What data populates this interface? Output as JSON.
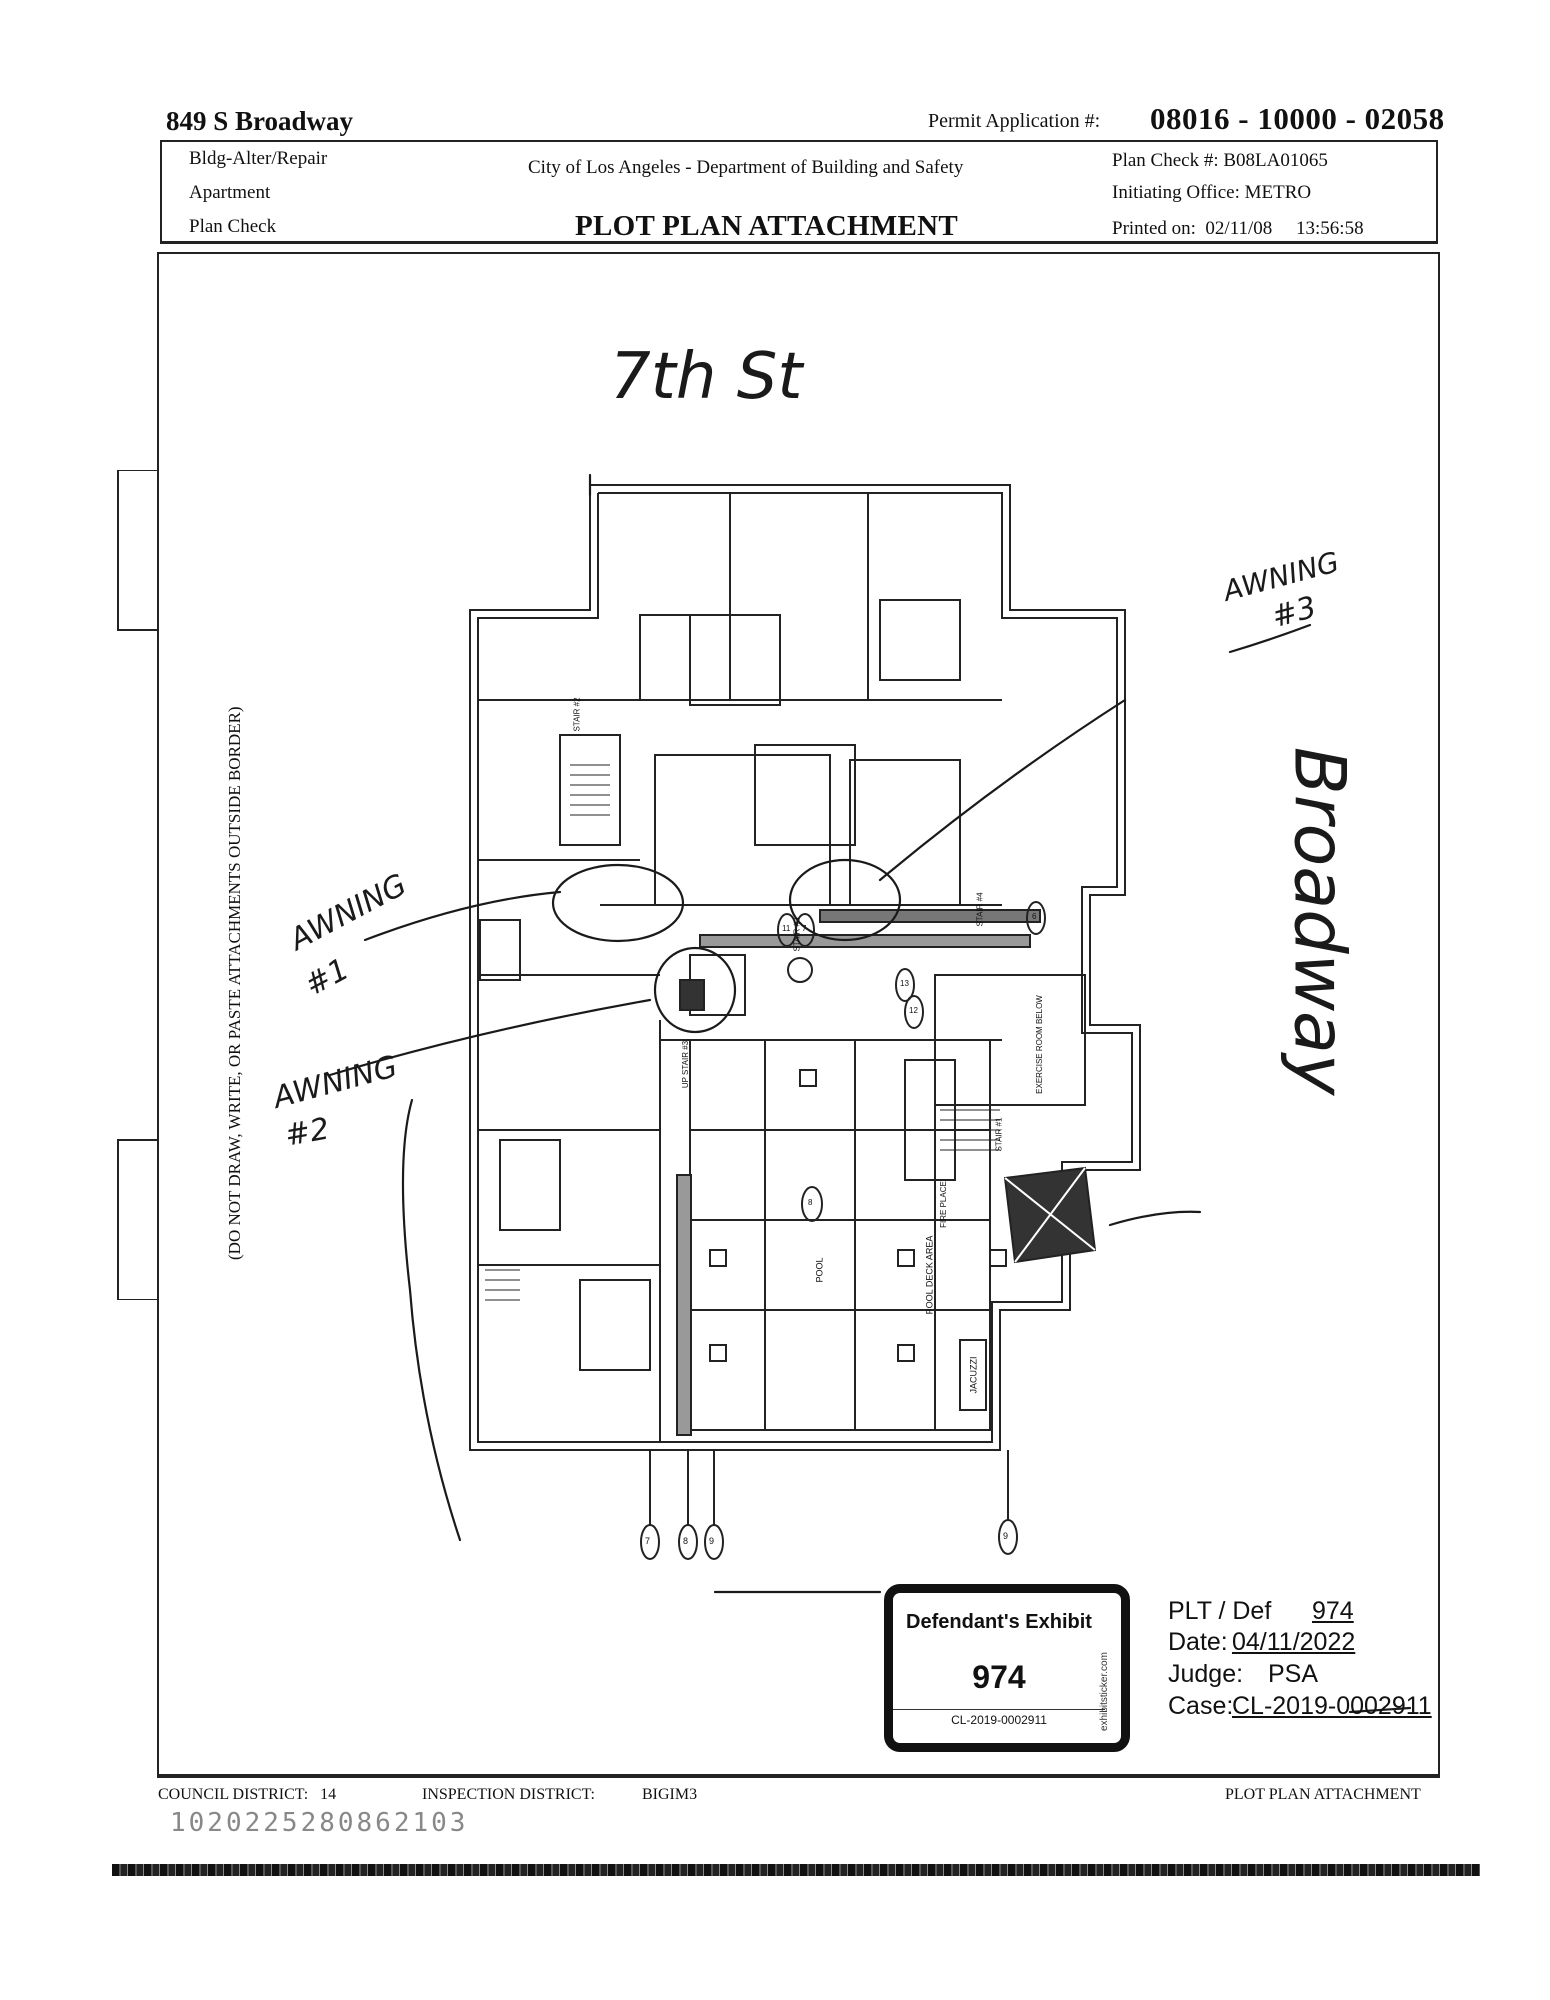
{
  "header": {
    "address": "849 S Broadway",
    "permit_label": "Permit Application #:",
    "permit_number": "08016 - 10000 - 02058",
    "left_lines": [
      "Bldg-Alter/Repair",
      "Apartment",
      "Plan Check"
    ],
    "department": "City of Los Angeles - Department of Building and Safety",
    "title": "PLOT PLAN ATTACHMENT",
    "plan_check": "Plan Check #: B08LA01065",
    "initiating_office": "Initiating Office: METRO",
    "printed_on": "Printed on:  02/11/08     13:56:58"
  },
  "side_note": "(DO NOT DRAW, WRITE, OR PASTE ATTACHMENTS OUTSIDE BORDER)",
  "handwriting": {
    "street_top": "7th St",
    "street_right": "Broadway",
    "awning1": "AWNING",
    "awning1_num": "#1",
    "awning2": "AWNING",
    "awning2_num": "#2",
    "awning3": "AWNING",
    "awning3_num": "#3"
  },
  "plan_labels": {
    "pool": "POOL",
    "pool_deck": "POOL DECK AREA",
    "jacuzzi": "JACUZZI",
    "stair2": "STAIR #2",
    "stair3": "STAIR #3",
    "stair4": "STAIR #4",
    "stair1": "STAIR #1",
    "up_stair": "UP STAIR #3",
    "fire_place": "FIRE PLACE",
    "exercise": "EXERCISE ROOM BELOW",
    "grid_7": "7",
    "grid_8a": "8",
    "grid_9a": "9",
    "grid_9b": "9",
    "tag_11": "11",
    "tag_12": "12",
    "tag_7": "7",
    "tag_13": "13",
    "tag_8": "8",
    "tag_6": "6"
  },
  "exhibit": {
    "sticker_title": "Defendant's Exhibit",
    "sticker_number": "974",
    "sticker_case": "CL-2019-0002911",
    "sticker_side": "exhibitsticker.com",
    "plt_def": "PLT / Def",
    "exhibit_no": "974",
    "date_label": "Date:",
    "date": "04/11/2022",
    "judge_label": "Judge:",
    "judge": "PSA",
    "case_label": "Case:",
    "case": "CL-2019-0002911"
  },
  "footer": {
    "council": "COUNCIL DISTRICT:   14",
    "inspection": "INSPECTION DISTRICT:",
    "inspection_value": "BIGIM3",
    "right_label": "PLOT PLAN ATTACHMENT",
    "barcode_text": "1020225280862103"
  }
}
